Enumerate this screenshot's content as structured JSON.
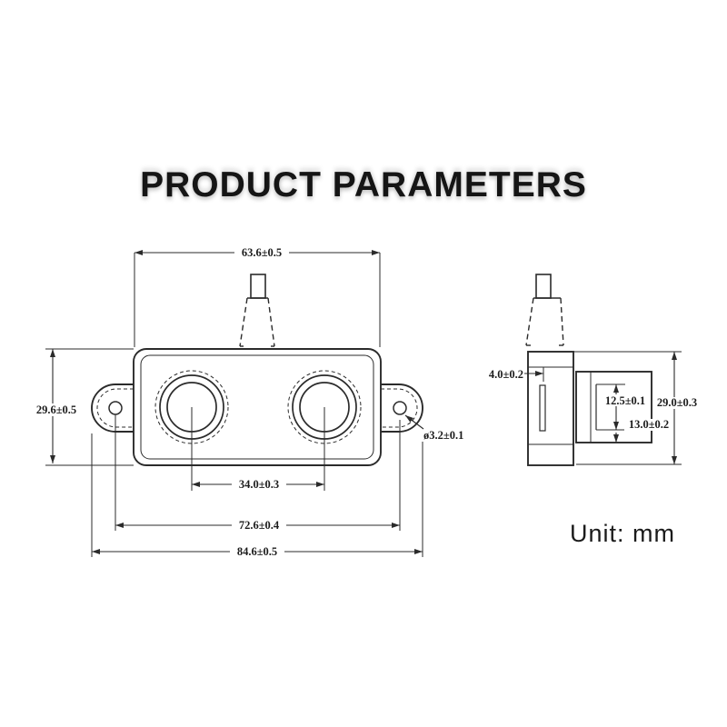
{
  "title": "PRODUCT PARAMETERS",
  "unit": "Unit: mm",
  "front_view": {
    "top_width": "63.6±0.5",
    "height": "29.6±0.5",
    "lens_center_spacing": "34.0±0.3",
    "mounting_hole_spacing": "72.6±0.4",
    "overall_width": "84.6±0.5",
    "mounting_hole_diameter": "ø3.2±0.1"
  },
  "side_view": {
    "back_step_depth": "4.0±0.2",
    "lens_window_height": "12.5±0.1",
    "barrel_height": "13.0±0.2",
    "overall_height": "29.0±0.3"
  },
  "colors": {
    "line": "#2b2b2b",
    "text": "#1c1c1c",
    "background": "#ffffff"
  }
}
